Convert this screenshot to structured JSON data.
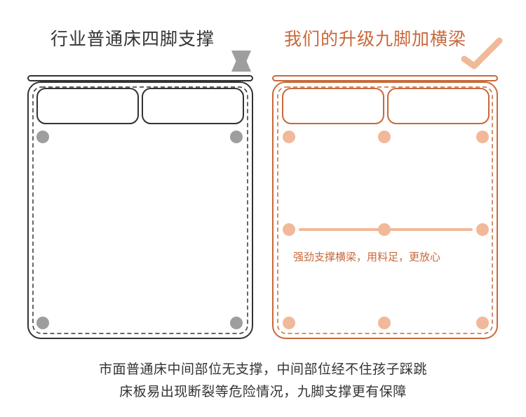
{
  "left_panel": {
    "title": "行业普通床四脚支撑",
    "mark_icon": "cross-icon",
    "outline_color": "#333333",
    "leg_color": "#9e9e9e",
    "legs_count": 4
  },
  "right_panel": {
    "title": "我们的升级九脚加横梁",
    "mark_icon": "check-icon",
    "outline_color": "#c8693a",
    "leg_color": "#f2b89a",
    "legs_count": 9,
    "beam_note": "强劲支撑横梁，用料足，更放心"
  },
  "caption": {
    "line1": "市面普通床中间部位无支撑，中间部位经不住孩子踩跳",
    "line2": "床板易出现断裂等危险情况，九脚支撑更有保障"
  }
}
